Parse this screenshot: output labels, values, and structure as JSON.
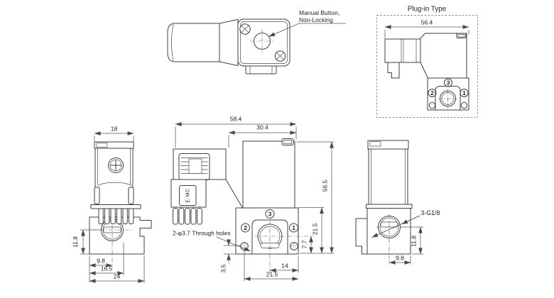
{
  "colors": {
    "line": "#3f3f3f",
    "dim": "#555555",
    "text": "#1e1e1e",
    "background": "#ffffff"
  },
  "top_view": {
    "note_line1": "Manual Button,",
    "note_line2": "Non-Locking"
  },
  "plug_in": {
    "title": "Plug-in Type",
    "dim_width": "56.4",
    "port_top": "3",
    "port_left": "2",
    "port_right": "1"
  },
  "front_view": {
    "dim_width": "18",
    "dim_port_height": "11.8",
    "dim_port_x": "9.8",
    "dim_step": "16.5",
    "dim_total_width": "24"
  },
  "side_view": {
    "dim_total_width": "58.4",
    "dim_body_width": "30.4",
    "dim_total_height": "56.5",
    "dim_base_height": "21.5",
    "dim_port_height": "7.7",
    "dim_port_to_edge": "14",
    "dim_hole_span": "21.5",
    "dim_hole_offset": "3.5",
    "holes_note": "2-φ3.7 Through holes",
    "brand": "E·MC",
    "port_top": "3",
    "port_left": "2",
    "port_right": "1"
  },
  "rear_view": {
    "thread_note": "3-G1/8",
    "dim_port_height": "11.8",
    "dim_port_x": "9.8"
  }
}
